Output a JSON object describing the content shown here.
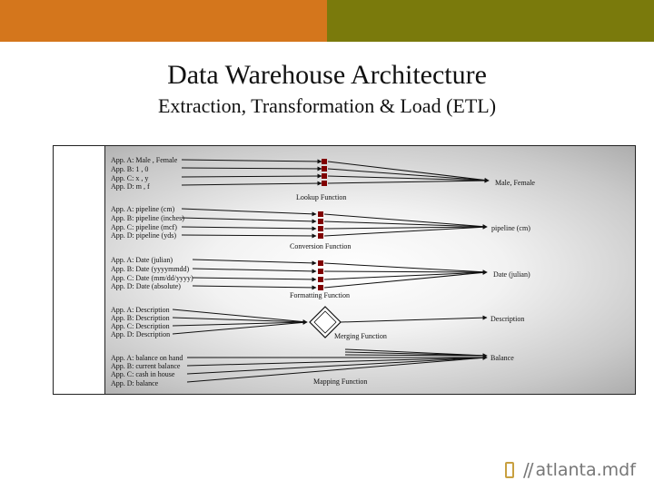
{
  "slide": {
    "title": "Data Warehouse Architecture",
    "subtitle": "Extraction, Transformation & Load (ETL)"
  },
  "groups": [
    {
      "sources": [
        "App. A: Male , Female",
        "App. B: 1 , 0",
        "App. C: x , y",
        "App. D: m , f"
      ],
      "output": "Male, Female",
      "function": "Lookup Function"
    },
    {
      "sources": [
        "App. A: pipeline (cm)",
        "App. B: pipeline (inches)",
        "App. C: pipeline (mcf)",
        "App. D: pipeline (yds)"
      ],
      "output": "pipeline (cm)",
      "function": "Conversion Function"
    },
    {
      "sources": [
        "App. A: Date (julian)",
        "App. B: Date (yyyymmdd)",
        "App. C: Date (mm/dd/yyyy)",
        "App. D: Date (absolute)"
      ],
      "output": "Date (julian)",
      "function": "Formatting Function"
    },
    {
      "sources": [
        "App. A: Description",
        "App. B: Description",
        "App. C: Description",
        "App. D: Description"
      ],
      "output": "Description",
      "function": "Merging Function"
    },
    {
      "sources": [
        "App. A: balance on hand",
        "App. B: current balance",
        "App. C: cash in house",
        "App. D: balance"
      ],
      "output": "Balance",
      "function": "Mapping Function"
    }
  ],
  "logo": {
    "slashes": "//",
    "text": "atlanta.mdf"
  },
  "colors": {
    "band_left": "#d4761c",
    "band_right": "#7a7a0c",
    "marker": "#800000"
  }
}
